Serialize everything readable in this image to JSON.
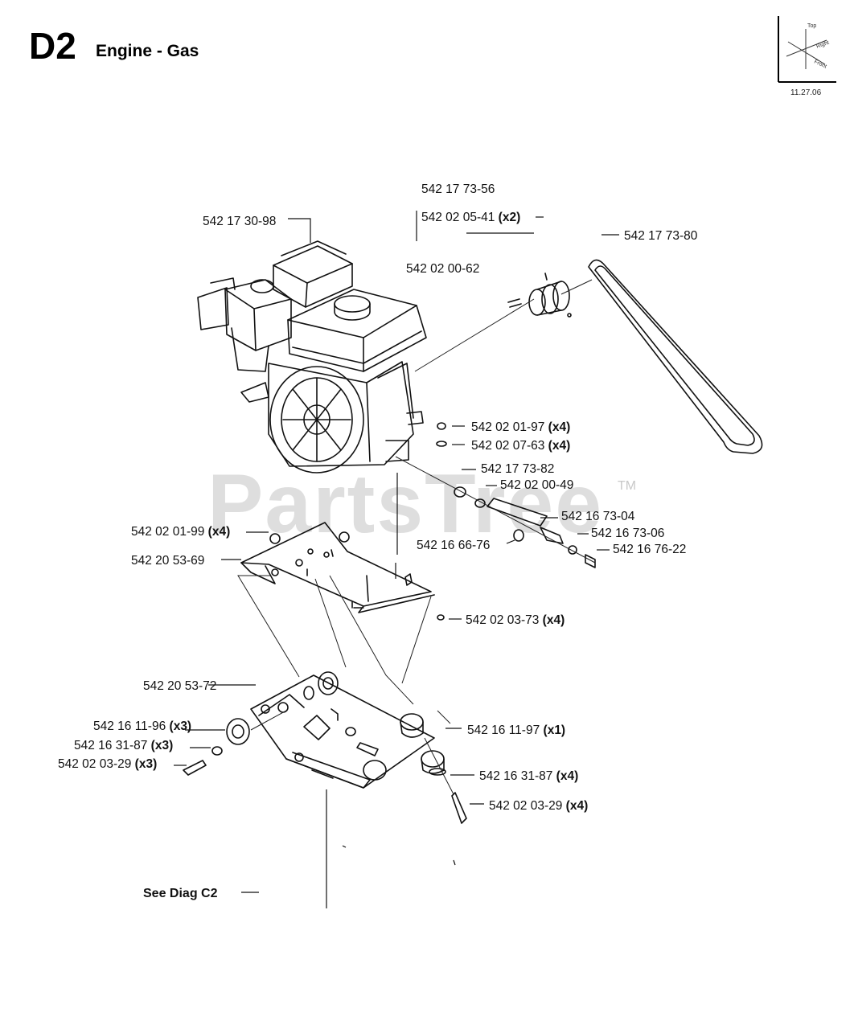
{
  "header": {
    "code": "D2",
    "title": "Engine - Gas",
    "date": "11.27.06",
    "orientation_labels": [
      "Top",
      "Right",
      "Front"
    ]
  },
  "watermark": {
    "text": "PartsTree",
    "tm": "TM"
  },
  "parts": [
    {
      "id": "p1",
      "number": "542 17 73-56",
      "qty": ""
    },
    {
      "id": "p2",
      "number": "542 02 05-41",
      "qty": "(x2)"
    },
    {
      "id": "p3",
      "number": "542 17 30-98",
      "qty": ""
    },
    {
      "id": "p4",
      "number": "542 17 73-80",
      "qty": ""
    },
    {
      "id": "p5",
      "number": "542 02 00-62",
      "qty": ""
    },
    {
      "id": "p6",
      "number": "542 02 01-97",
      "qty": "(x4)"
    },
    {
      "id": "p7",
      "number": "542 02 07-63",
      "qty": "(x4)"
    },
    {
      "id": "p8",
      "number": "542 17 73-82",
      "qty": ""
    },
    {
      "id": "p9",
      "number": "542 02 00-49",
      "qty": ""
    },
    {
      "id": "p10",
      "number": "542 16 73-04",
      "qty": ""
    },
    {
      "id": "p11",
      "number": "542 02 01-99",
      "qty": "(x4)"
    },
    {
      "id": "p12",
      "number": "542 16 73-06",
      "qty": ""
    },
    {
      "id": "p13",
      "number": "542 16 66-76",
      "qty": ""
    },
    {
      "id": "p14",
      "number": "542 16 76-22",
      "qty": ""
    },
    {
      "id": "p15",
      "number": "542 20 53-69",
      "qty": ""
    },
    {
      "id": "p16",
      "number": "542 02 03-73",
      "qty": "(x4)"
    },
    {
      "id": "p17",
      "number": "542 20 53-72",
      "qty": ""
    },
    {
      "id": "p18",
      "number": "542 16 11-96",
      "qty": "(x3)"
    },
    {
      "id": "p19",
      "number": "542 16 11-97",
      "qty": "(x1)"
    },
    {
      "id": "p20",
      "number": "542 16 31-87",
      "qty": "(x3)"
    },
    {
      "id": "p21",
      "number": "542 02 03-29",
      "qty": "(x3)"
    },
    {
      "id": "p22",
      "number": "542 16 31-87",
      "qty": "(x4)"
    },
    {
      "id": "p23",
      "number": "542 02 03-29",
      "qty": "(x4)"
    }
  ],
  "note": "See Diag C2"
}
